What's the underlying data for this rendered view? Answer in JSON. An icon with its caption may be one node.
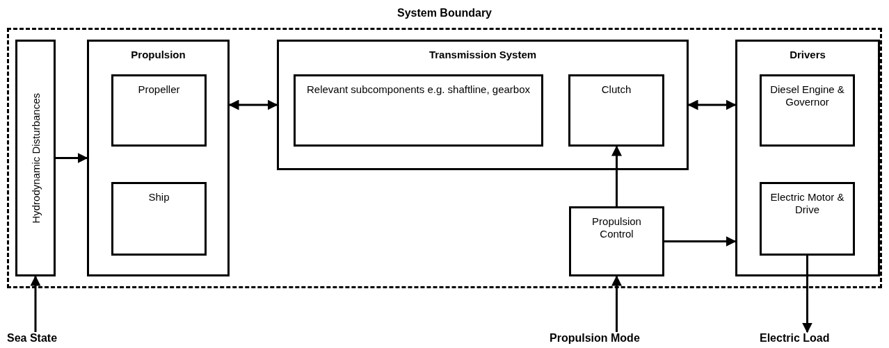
{
  "diagram": {
    "nodes": [
      {
        "text": [
          "System Boundary"
        ]
      },
      {
        "text": [
          "Hydrodynamic Disturbances"
        ],
        "in": 0
      },
      {
        "text": [
          "Propulsion"
        ],
        "in": 0
      },
      {
        "text": [
          "Propeller"
        ],
        "in": 2
      },
      {
        "text": [
          "Ship"
        ],
        "in": 2
      },
      {
        "text": [
          "Transmission System"
        ],
        "in": 0
      },
      {
        "text": [
          "Relevant subcomponents e.g. shaftline, gearbox"
        ],
        "in": 5
      },
      {
        "text": [
          "Clutch"
        ],
        "in": 5
      },
      {
        "text": [
          "Drivers"
        ],
        "in": 0
      },
      {
        "text": [
          "Diesel Engine & Governor"
        ],
        "in": 8
      },
      {
        "text": [
          "Electric Motor & Drive"
        ],
        "in": 8
      },
      {
        "text": [
          "Propulsion Control"
        ],
        "in": 0
      },
      {
        "text": [
          "Sea State"
        ]
      },
      {
        "text": [
          "Propulsion Mode"
        ]
      },
      {
        "text": [
          "Electric Load"
        ]
      }
    ],
    "edges": [
      {
        "from": 1,
        "to": 2,
        "arrow": "to"
      },
      {
        "from": 2,
        "to": 5,
        "arrow": "both"
      },
      {
        "from": 5,
        "to": 8,
        "arrow": "both"
      },
      {
        "from": 11,
        "to": 7,
        "arrow": "to"
      },
      {
        "from": 11,
        "to": 8,
        "arrow": "to"
      },
      {
        "from": 12,
        "to": 1,
        "arrow": "to"
      },
      {
        "from": 13,
        "to": 11,
        "arrow": "to"
      },
      {
        "from": 10,
        "to": 14,
        "arrow": "to"
      }
    ]
  }
}
